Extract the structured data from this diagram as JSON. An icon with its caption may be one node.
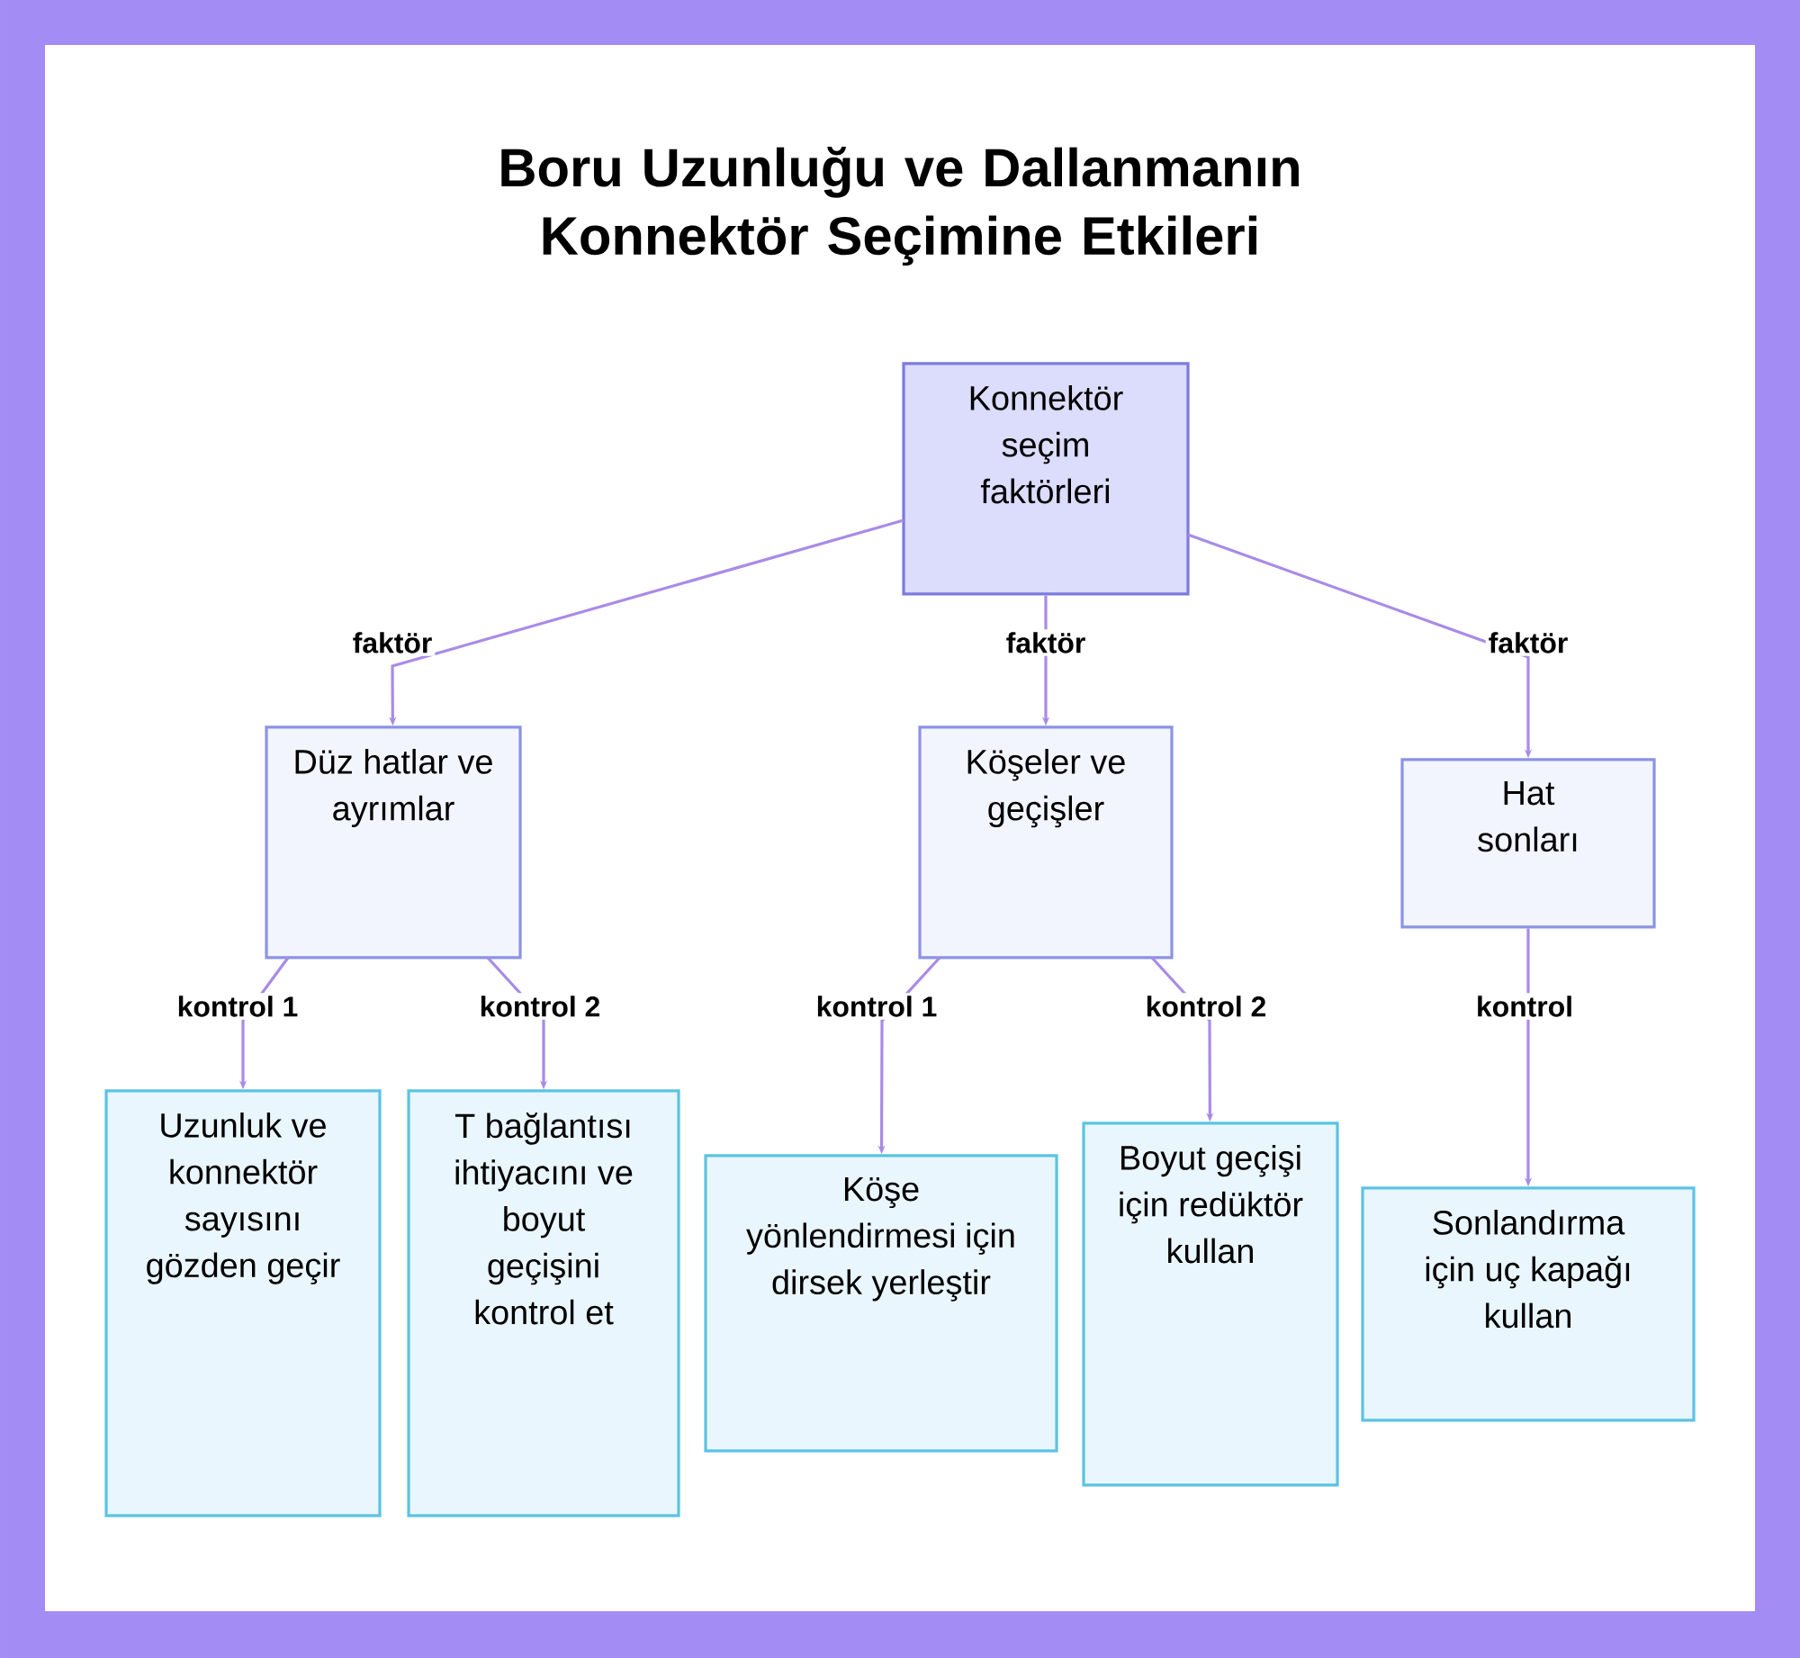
{
  "diagram": {
    "title": "Boru Uzunluğu ve Dallanmanın Konnektör Seçimine Etkileri",
    "nodes": [
      {
        "text": [
          "Konnektör seçim faktörleri"
        ]
      },
      {
        "text": [
          "Düz hatlar ve ayrımlar"
        ]
      },
      {
        "text": [
          "Köşeler ve geçişler"
        ]
      },
      {
        "text": [
          "Hat sonları"
        ]
      },
      {
        "text": [
          "Uzunluk ve konnektör sayısını gözden geçir"
        ]
      },
      {
        "text": [
          "T bağlantısı ihtiyacını ve boyut geçişini kontrol et"
        ]
      },
      {
        "text": [
          "Köşe yönlendirmesi için dirsek yerleştir"
        ]
      },
      {
        "text": [
          "Boyut geçişi için redüktör kullan"
        ]
      },
      {
        "text": [
          "Sonlandırma için uç kapağı kullan"
        ]
      }
    ],
    "edges": [
      {
        "from": 0,
        "to": 1,
        "arrow": "to",
        "label": "faktör"
      },
      {
        "from": 0,
        "to": 2,
        "arrow": "to",
        "label": "faktör"
      },
      {
        "from": 0,
        "to": 3,
        "arrow": "to",
        "label": "faktör"
      },
      {
        "from": 1,
        "to": 4,
        "arrow": "to",
        "label": "kontrol 1"
      },
      {
        "from": 1,
        "to": 5,
        "arrow": "to",
        "label": "kontrol 2"
      },
      {
        "from": 2,
        "to": 6,
        "arrow": "to",
        "label": "kontrol 1"
      },
      {
        "from": 2,
        "to": 7,
        "arrow": "to",
        "label": "kontrol 2"
      },
      {
        "from": 3,
        "to": 8,
        "arrow": "to",
        "label": "kontrol"
      }
    ]
  }
}
